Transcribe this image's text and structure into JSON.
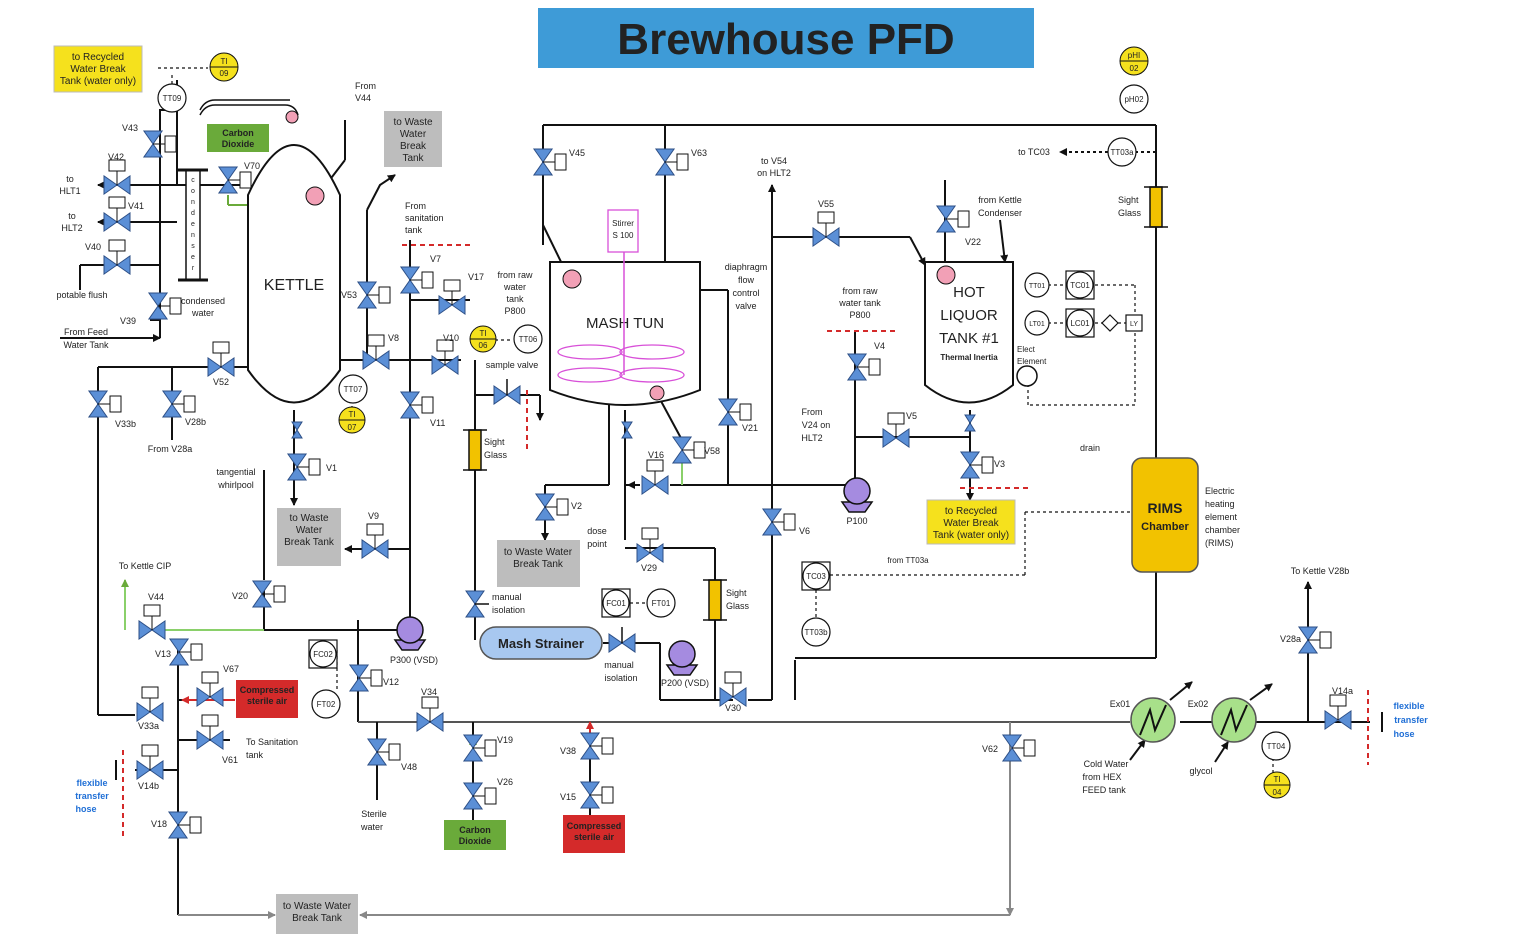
{
  "title": "Brewhouse PFD",
  "vessels": {
    "kettle": "KETTLE",
    "mash_tun": "MASH TUN",
    "hlt": [
      "HOT",
      "LIQUOR",
      "TANK #1"
    ],
    "hlt_sub": "Thermal Inertia",
    "rims": [
      "RIMS",
      "Chamber"
    ],
    "mash_strainer": "Mash Strainer",
    "condenser": [
      "c",
      "o",
      "n",
      "d",
      "e",
      "n",
      "s",
      "e",
      "r"
    ],
    "stirrer": [
      "Stirrer",
      "S 100"
    ]
  },
  "boxes": {
    "recycled_top": [
      "to Recycled",
      "Water Break",
      "Tank (water only)"
    ],
    "recycled_hlt": [
      "to Recycled",
      "Water Break",
      "Tank (water only)"
    ],
    "waste_top": [
      "to Waste",
      "Water",
      "Break",
      "Tank"
    ],
    "waste_kettle": [
      "to Waste",
      "Water",
      "Break Tank"
    ],
    "waste_v2": [
      "to Waste Water",
      "Break Tank"
    ],
    "waste_bottom": [
      "to Waste Water",
      "Break Tank"
    ],
    "co2_top": [
      "Carbon",
      "Dioxide"
    ],
    "co2_bottom": [
      "Carbon",
      "Dioxide"
    ],
    "air_left": [
      "Compressed",
      "sterile air"
    ],
    "air_bottom": [
      "Compressed",
      "sterile air"
    ]
  },
  "valves": {
    "V43": "V43",
    "V42": "V42",
    "V41": "V41",
    "V40": "V40",
    "V39": "V39",
    "V70": "V70",
    "V52": "V52",
    "V33b": "V33b",
    "V28b": "V28b",
    "V53": "V53",
    "V8": "V8",
    "V7": "V7",
    "V17": "V17",
    "V10": "V10",
    "V11": "V11",
    "V1": "V1",
    "V9": "V9",
    "V20": "V20",
    "V44": "V44",
    "V13": "V13",
    "V67": "V67",
    "V33a": "V33a",
    "V61": "V61",
    "V14b": "V14b",
    "V18": "V18",
    "V12": "V12",
    "V34": "V34",
    "V48": "V48",
    "V19": "V19",
    "V26": "V26",
    "V38": "V38",
    "V15": "V15",
    "V45": "V45",
    "V63": "V63",
    "V2": "V2",
    "V16": "V16",
    "V58": "V58",
    "V21": "V21",
    "V29": "V29",
    "V30": "V30",
    "V6": "V6",
    "V62": "V62",
    "V55": "V55",
    "V22": "V22",
    "V4": "V4",
    "V5": "V5",
    "V3": "V3",
    "V28a": "V28a",
    "V14a": "V14a"
  },
  "instruments": {
    "TI09": [
      "TI",
      "09"
    ],
    "TT09": "TT09",
    "TT07": "TT07",
    "TI07": [
      "TI",
      "07"
    ],
    "TI06": [
      "TI",
      "06"
    ],
    "TT06": "TT06",
    "FC02": "FC02",
    "FT02": "FT02",
    "FC01": "FC01",
    "FT01": "FT01",
    "TC03": "TC03",
    "TT03b": "TT03b",
    "pHI02": [
      "pHI",
      "02"
    ],
    "pH02": "pH02",
    "TT03a": "TT03a",
    "TT01": "TT01",
    "TC01": "TC01",
    "LT01": "LT01",
    "LC01": "LC01",
    "LY": "LY",
    "TT04": "TT04",
    "TI04": [
      "TI",
      "04"
    ]
  },
  "pumps": {
    "P300": "P300 (VSD)",
    "P200": "P200 (VSD)",
    "P100": "P100"
  },
  "hex": {
    "Ex01": "Ex01",
    "Ex02": "Ex02"
  },
  "labels": {
    "to_hlt1": [
      "to",
      "HLT1"
    ],
    "to_hlt2": [
      "to",
      "HLT2"
    ],
    "potable": "potable flush",
    "from_feed": [
      "From Feed",
      "Water Tank"
    ],
    "condensed": [
      "condensed",
      "water"
    ],
    "from_v44": [
      "From",
      "V44"
    ],
    "from_sanitation": [
      "From",
      "sanitation",
      "tank"
    ],
    "from_raw_p800": [
      "from raw",
      "water",
      "tank",
      "P800"
    ],
    "from_v28a": "From V28a",
    "tangential": [
      "tangential",
      "whirlpool"
    ],
    "sample_valve": "sample valve",
    "sight_glass_1": [
      "Sight",
      "Glass"
    ],
    "sight_glass_2": [
      "Sight",
      "Glass"
    ],
    "sight_glass_3": [
      "Sight",
      "Glass"
    ],
    "to_kettle_cip": "To Kettle CIP",
    "to_sanitation": [
      "To Sanitation",
      "tank"
    ],
    "flex_left": [
      "flexible",
      "transfer",
      "hose"
    ],
    "flex_right": [
      "flexible",
      "transfer",
      "hose"
    ],
    "sterile_water": [
      "Sterile",
      "water"
    ],
    "manual_iso_1": [
      "manual",
      "isolation"
    ],
    "manual_iso_2": [
      "manual",
      "isolation"
    ],
    "dose_point": [
      "dose",
      "point"
    ],
    "diaphragm": [
      "diaphragm",
      "flow",
      "control",
      "valve"
    ],
    "to_v54": [
      "to V54",
      "on HLT2"
    ],
    "from_raw_hlt": [
      "from raw",
      "water tank",
      "P800"
    ],
    "from_v24": [
      "From",
      "V24 on",
      "HLT2"
    ],
    "from_kettle_cond": [
      "from Kettle",
      "Condenser"
    ],
    "to_tc03": "to TC03",
    "elect_element": [
      "Elect",
      "Element"
    ],
    "drain": "drain",
    "from_tt03a": "from TT03a",
    "electric_heating": [
      "Electric",
      "heating",
      "element",
      "chamber",
      "(RIMS)"
    ],
    "to_kettle_v28b": "To Kettle V28b",
    "cold_water": [
      "Cold Water",
      "from HEX",
      "FEED tank"
    ],
    "glycol": "glycol"
  },
  "colors": {
    "title_bg": "#3e9bd7",
    "valve": "#5b8fd6",
    "instrument_yellow": "#f5e11d",
    "box_yellow": "#f5e11d",
    "box_gray": "#bdbdbd",
    "box_green": "#6aaa3a",
    "box_red": "#d42a2a",
    "rims": "#f2c200",
    "pump": "#a58be0",
    "motor_pink": "#f2a0b6",
    "hex": "#a8e08a",
    "strainer": "#a8c8f0",
    "stirrer": "#d850d8"
  }
}
